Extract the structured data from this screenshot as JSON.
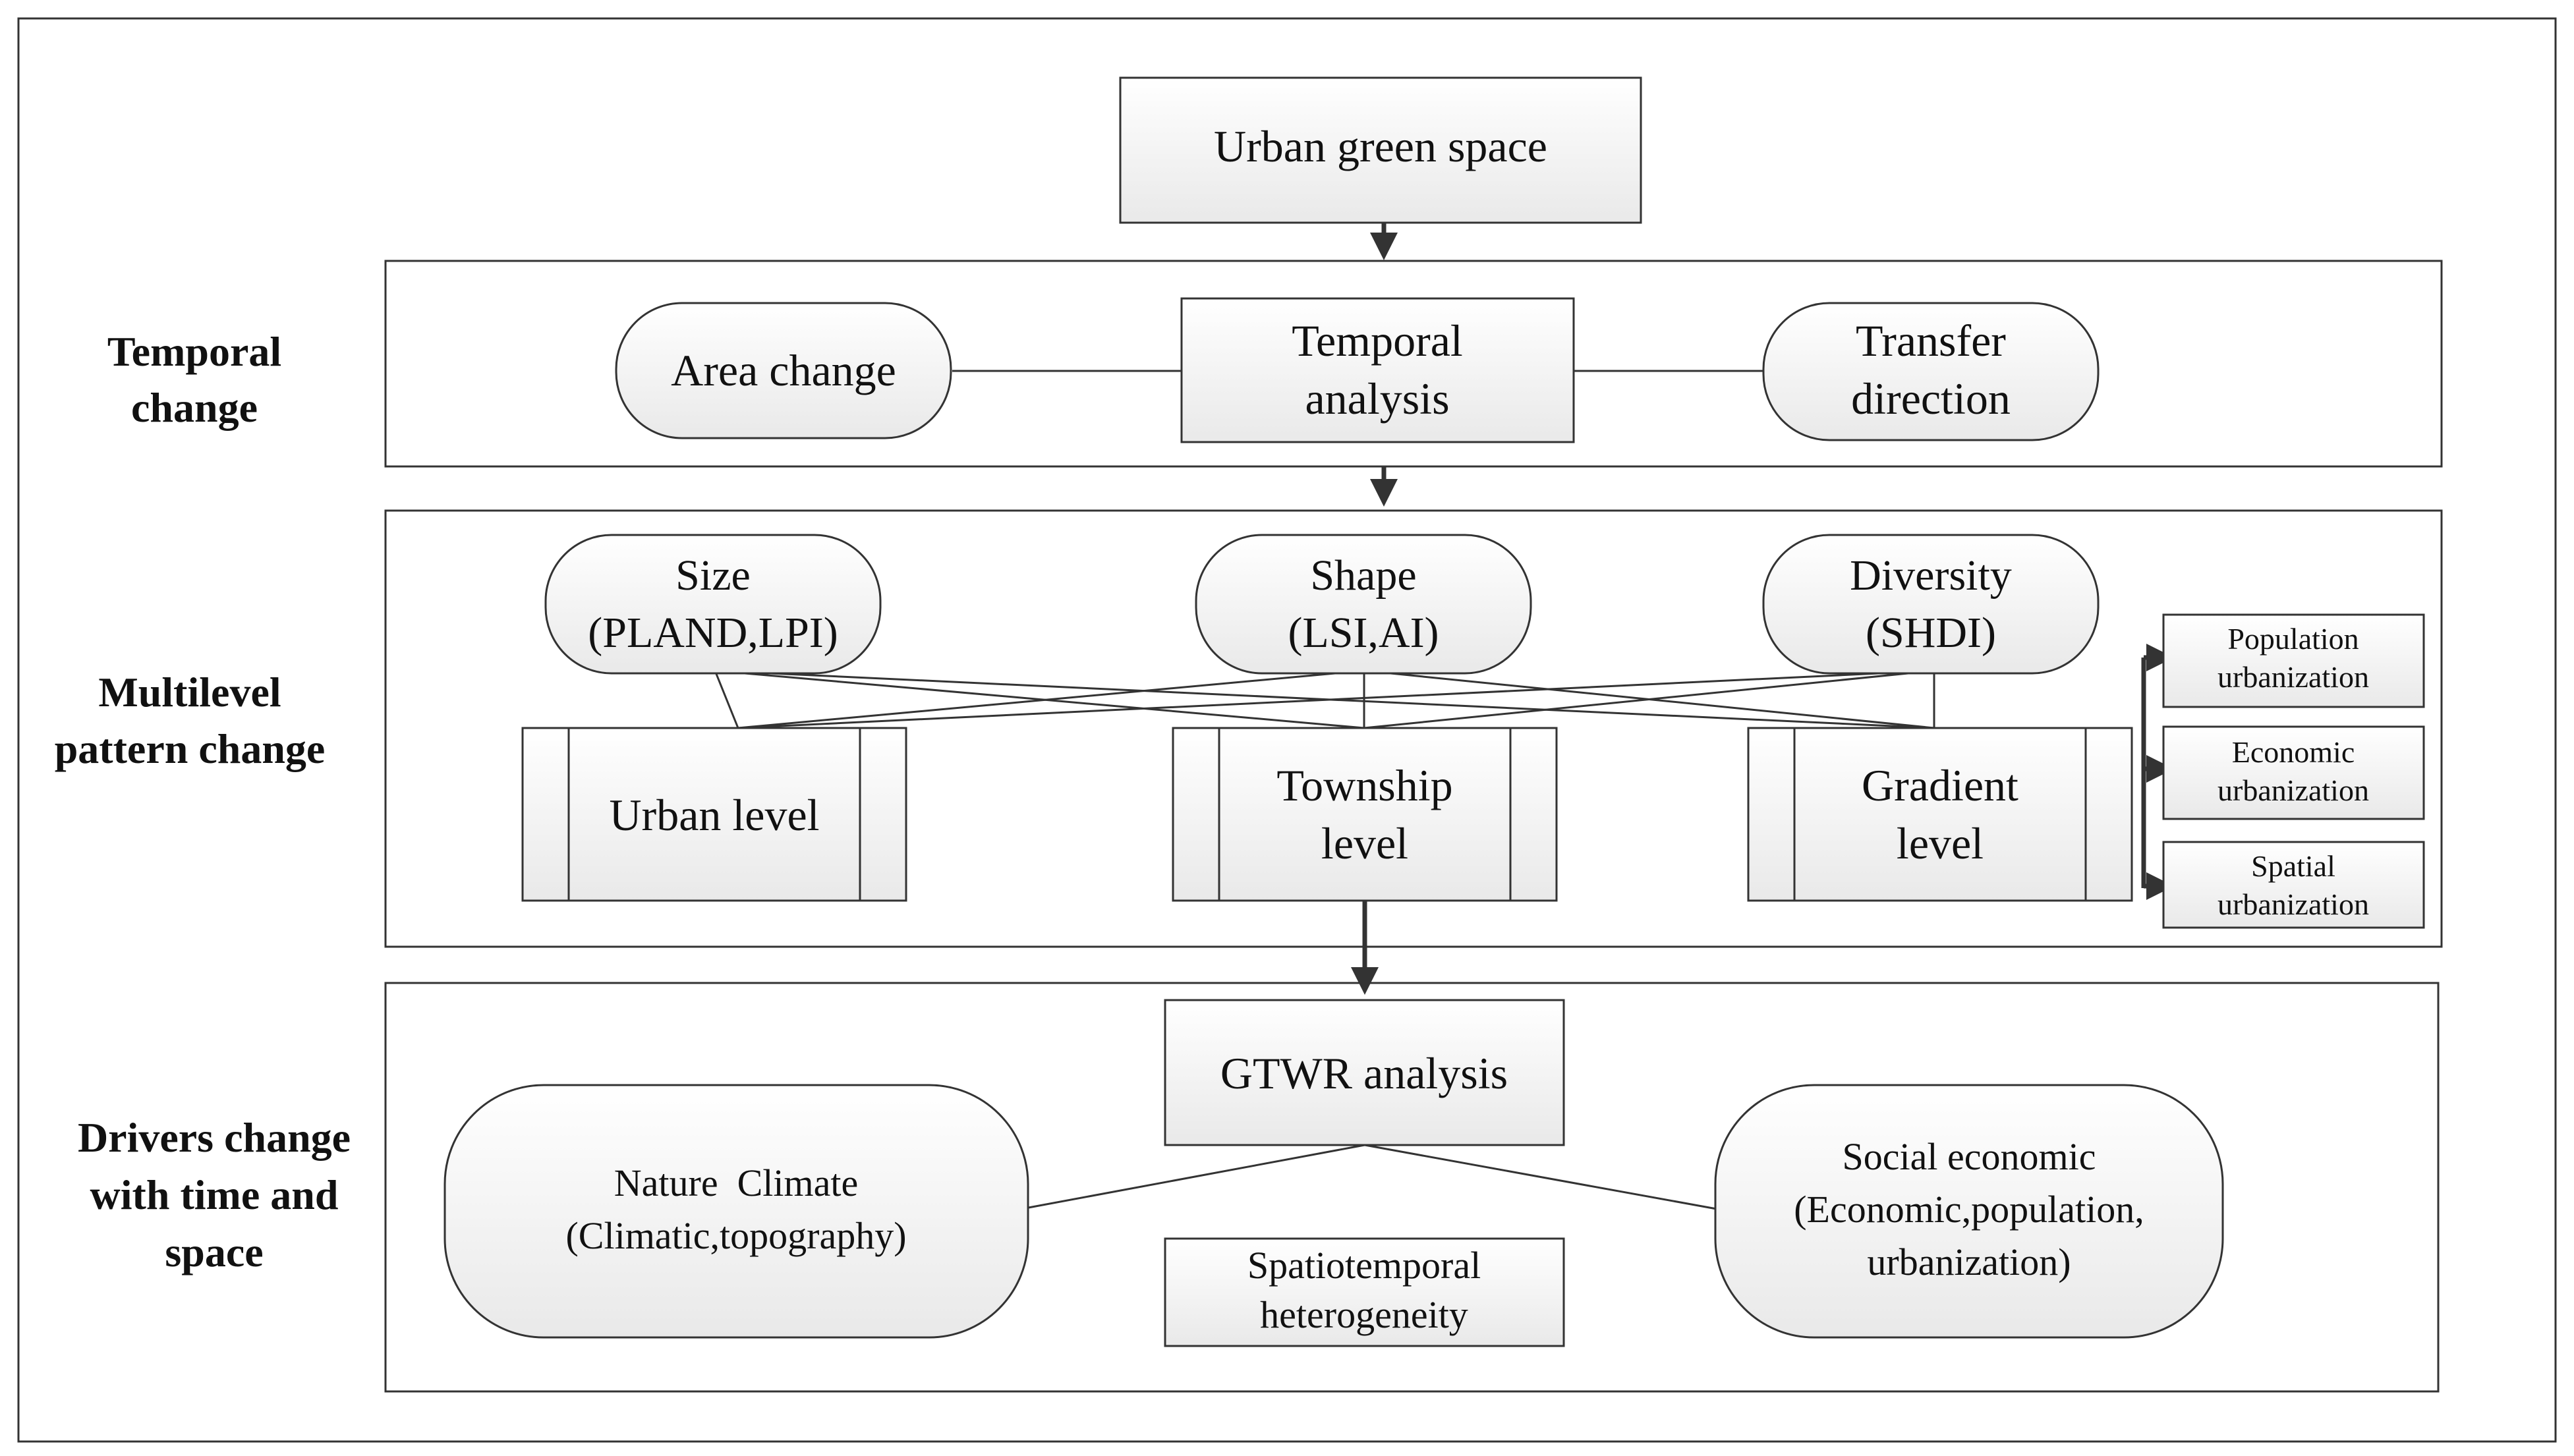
{
  "diagram": {
    "top": {
      "label": "Urban green space"
    },
    "temporal": {
      "side_label": [
        "Temporal",
        "change"
      ],
      "left": "Area change",
      "center": [
        "Temporal",
        "analysis"
      ],
      "right": [
        "Transfer",
        "direction"
      ]
    },
    "pattern": {
      "side_label": [
        "Multilevel",
        "pattern change"
      ],
      "size": [
        "Size",
        "(PLAND,LPI)"
      ],
      "shape": [
        "Shape",
        "(LSI,AI)"
      ],
      "diversity": [
        "Diversity",
        "(SHDI)"
      ],
      "urban_level": "Urban level",
      "township_level": [
        "Township",
        "level"
      ],
      "gradient_level": [
        "Gradient",
        "level"
      ],
      "urbanization": {
        "population": [
          "Population",
          "urbanization"
        ],
        "economic": [
          "Economic",
          "urbanization"
        ],
        "spatial": [
          "Spatial",
          "urbanization"
        ]
      }
    },
    "drivers": {
      "side_label": [
        "Drivers change",
        "with time and",
        "space"
      ],
      "gtwr": "GTWR analysis",
      "nature": [
        "Nature  Climate",
        "(Climatic,topography)"
      ],
      "social": [
        "Social economic",
        "(Economic,population,",
        "urbanization)"
      ],
      "heterogeneity": [
        "Spatiotemporal",
        "heterogeneity"
      ]
    }
  }
}
